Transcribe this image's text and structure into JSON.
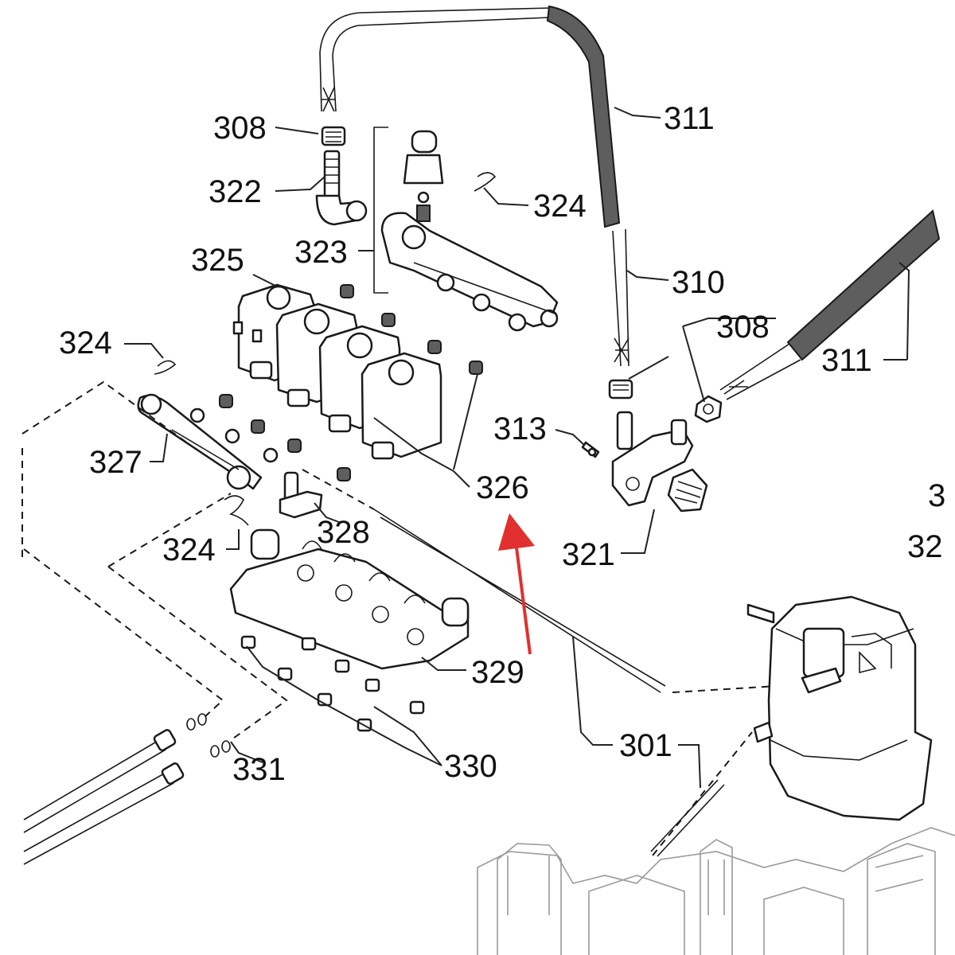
{
  "labels": {
    "l301": "301",
    "l308a": "308",
    "l308b": "308",
    "l310": "310",
    "l311a": "311",
    "l311b": "311",
    "l313": "313",
    "l321": "321",
    "l322": "322",
    "l323": "323",
    "l324a": "324",
    "l324b": "324",
    "l324c": "324",
    "l325": "325",
    "l326": "326",
    "l327": "327",
    "l328": "328",
    "l329": "329",
    "l330": "330",
    "l331": "331",
    "edge1": "3",
    "edge2": "32"
  },
  "colors": {
    "line": "#1a1a1a",
    "hose_dark": "#5e5e5e",
    "arrow": "#e03030",
    "ghost": "#9a9a9a"
  }
}
